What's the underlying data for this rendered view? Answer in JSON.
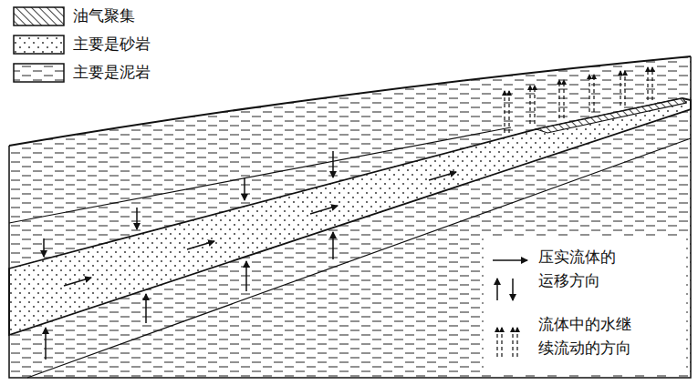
{
  "diagram": {
    "legend": [
      {
        "text": "油气聚集"
      },
      {
        "text": "主要是砂岩"
      },
      {
        "text": "主要是泥岩"
      },
      {
        "text": "压实流体的 运移方向"
      },
      {
        "text": "流体中的水继 续流动的方向"
      }
    ]
  }
}
